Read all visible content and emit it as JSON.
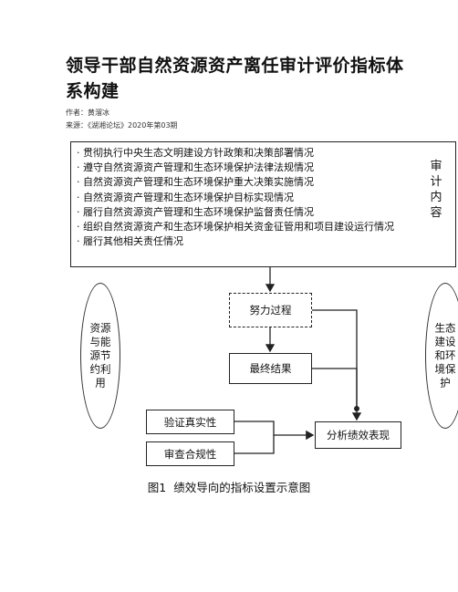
{
  "document": {
    "title_line1": "领导干部自然资源资产离任审计评价指标体",
    "title_line2": "系构建",
    "author": "作者：黄溜冰",
    "source": "来源：《湖湘论坛》2020年第03期"
  },
  "figure": {
    "content_items": [
      "· 贯彻执行中央生态文明建设方针政策和决策部署情况",
      "· 遵守自然资源资产管理和生态环境保护法律法规情况",
      "· 自然资源资产管理和生态环境保护重大决策实施情况",
      "· 自然资源资产管理和生态环境保护目标实现情况",
      "· 履行自然资源资产管理和生态环境保护监督责任情况",
      "· 组织自然资源资产和生态环境保护相关资金征管用和项目建设运行情况",
      "· 履行其他相关责任情况"
    ],
    "content_label": [
      "审",
      "计",
      "内",
      "容"
    ],
    "left_ellipse": [
      "资源",
      "与能",
      "源节",
      "约利",
      "用"
    ],
    "right_ellipse": [
      "生态",
      "建设",
      "和环",
      "境保",
      "护"
    ],
    "effort_process": "努力过程",
    "final_result": "最终结果",
    "verify_authenticity": "验证真实性",
    "review_compliance": "审查合规性",
    "analyze_performance": "分析绩效表现",
    "caption_number": "图1",
    "caption_text": "绩效导向的指标设置示意图"
  }
}
